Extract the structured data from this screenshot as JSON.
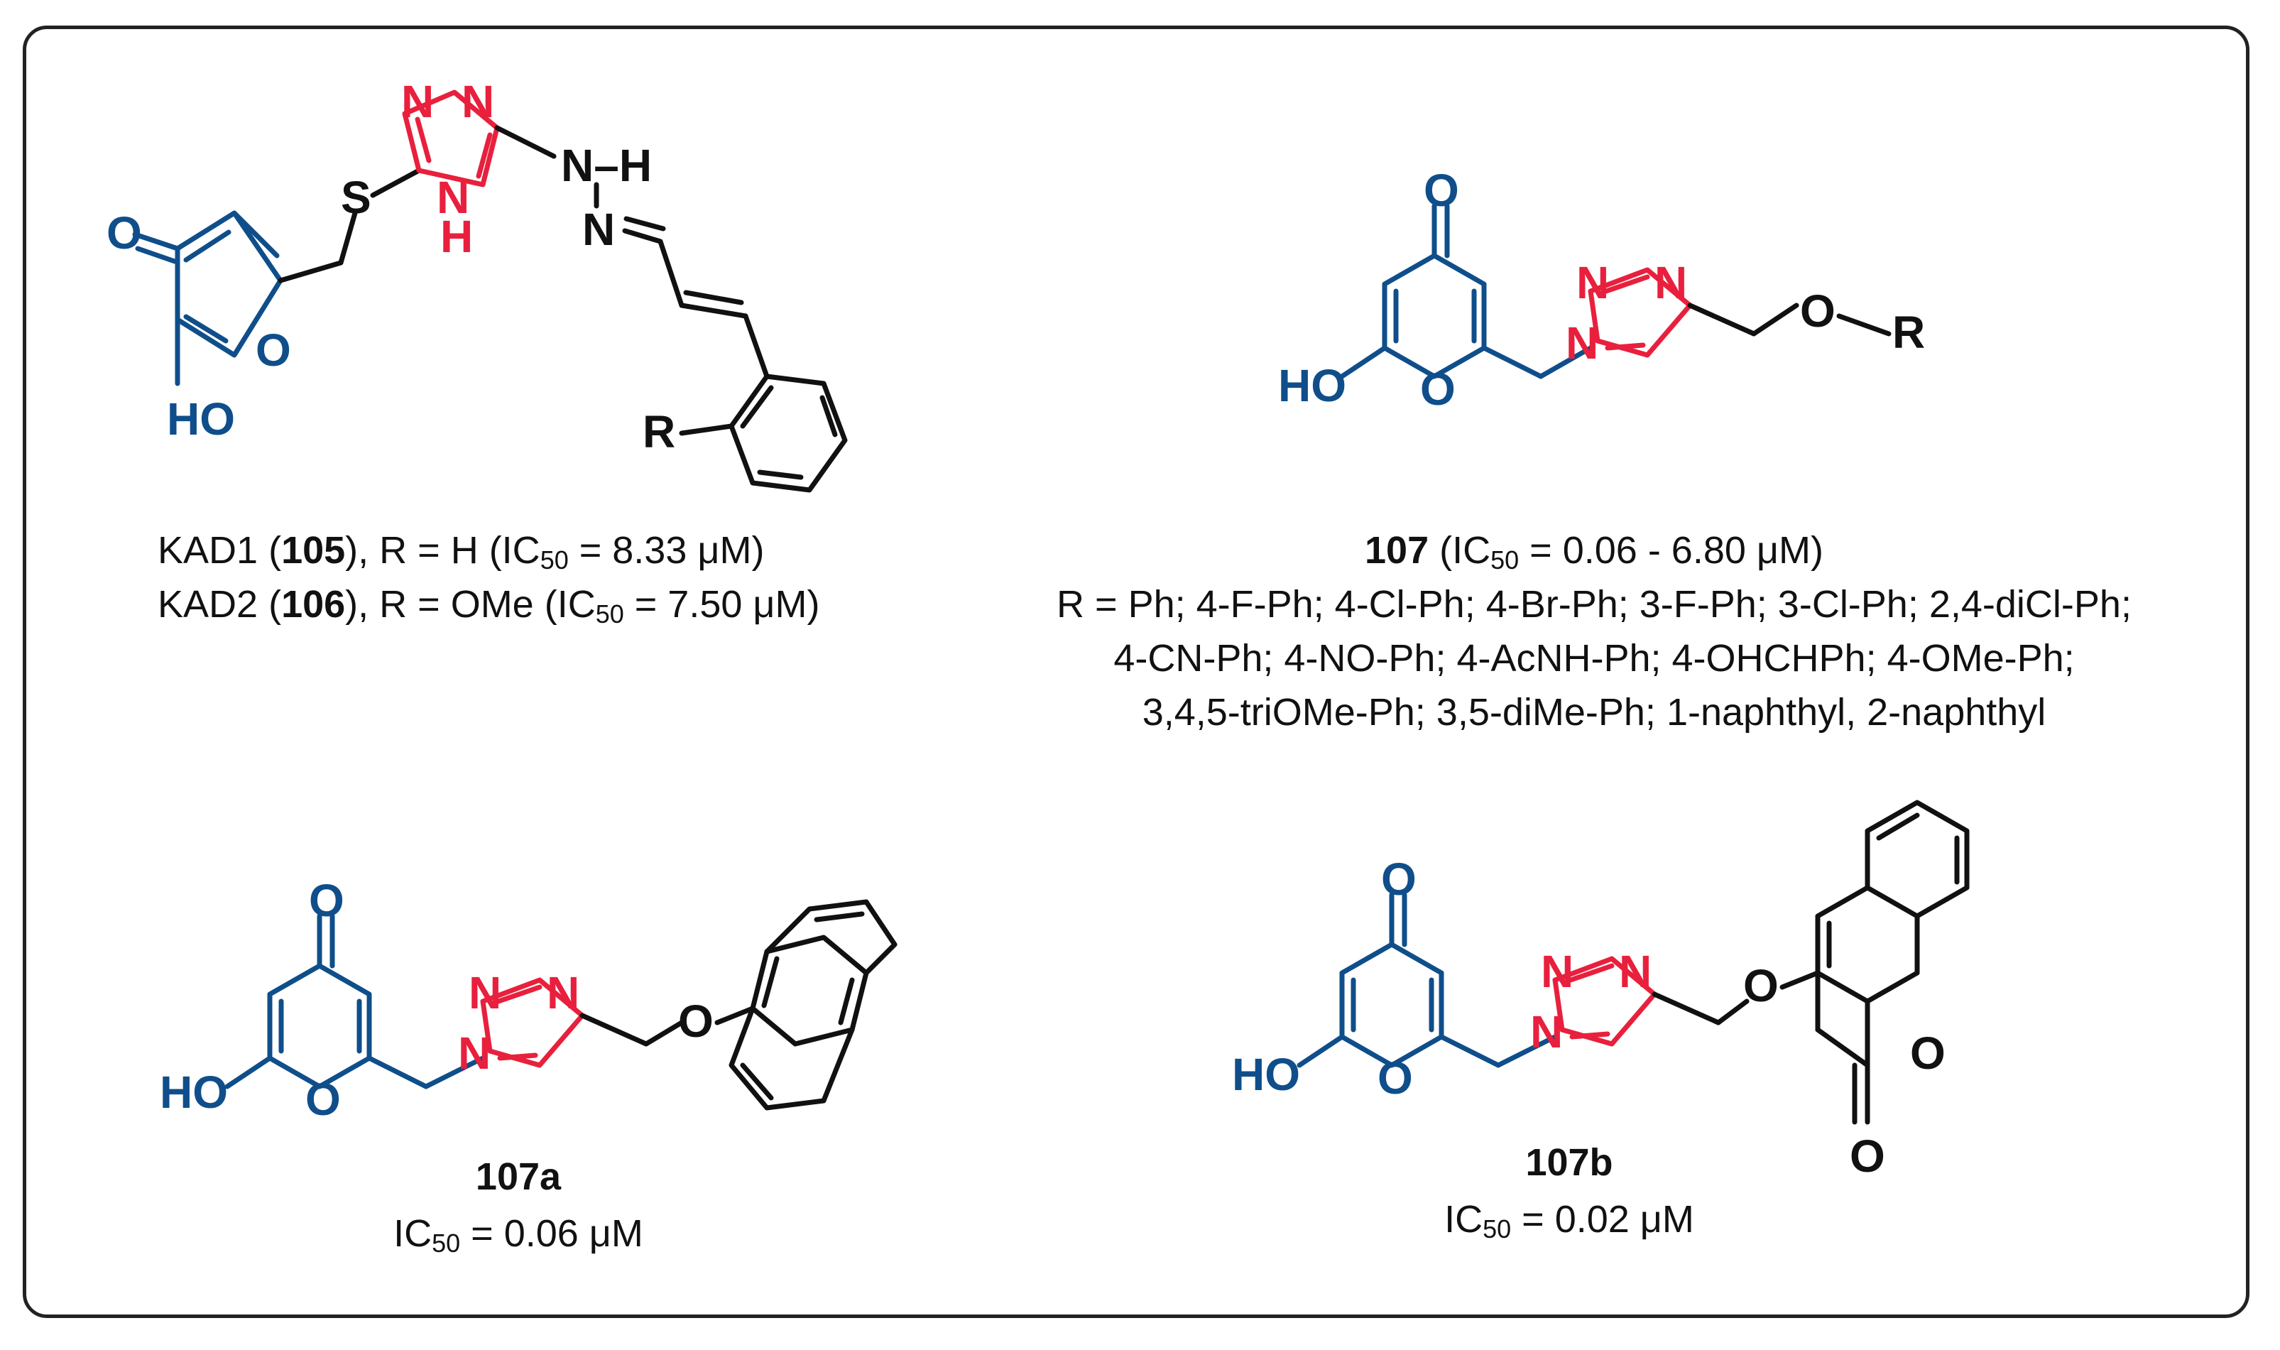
{
  "colors": {
    "pyranone": "#0f4e8a",
    "triazole": "#e8203d",
    "frame": "#222222",
    "text": "#111111"
  },
  "atoms": {
    "O": "O",
    "HO": "HO",
    "S": "S",
    "N": "N",
    "H": "H",
    "NH": "N–H",
    "R": "R"
  },
  "panel_top_left": {
    "line1_prefix": "KAD1 (",
    "line1_id": "105",
    "line1_mid": "), R = H (IC",
    "line1_sub": "50",
    "line1_suffix": " = 8.33 μM)",
    "line2_prefix": "KAD2 (",
    "line2_id": "106",
    "line2_mid": "), R = OMe (IC",
    "line2_sub": "50",
    "line2_suffix": " = 7.50 μM)"
  },
  "panel_top_right": {
    "id": "107",
    "range_prefix": " (IC",
    "range_sub": "50",
    "range_suffix": " = 0.06 - 6.80 μM)",
    "r_line1": "R = Ph; 4-F-Ph; 4-Cl-Ph; 4-Br-Ph; 3-F-Ph; 3-Cl-Ph; 2,4-diCl-Ph;",
    "r_line2": "4-CN-Ph; 4-NO-Ph; 4-AcNH-Ph; 4-OHCHPh; 4-OMe-Ph;",
    "r_line3": "3,4,5-triOMe-Ph; 3,5-diMe-Ph; 1-naphthyl, 2-naphthyl"
  },
  "panel_bottom_left": {
    "id": "107a",
    "ic_prefix": "IC",
    "ic_sub": "50",
    "ic_suffix": " = 0.06 μM"
  },
  "panel_bottom_right": {
    "id": "107b",
    "ic_prefix": "IC",
    "ic_sub": "50",
    "ic_suffix": " = 0.02 μM"
  }
}
